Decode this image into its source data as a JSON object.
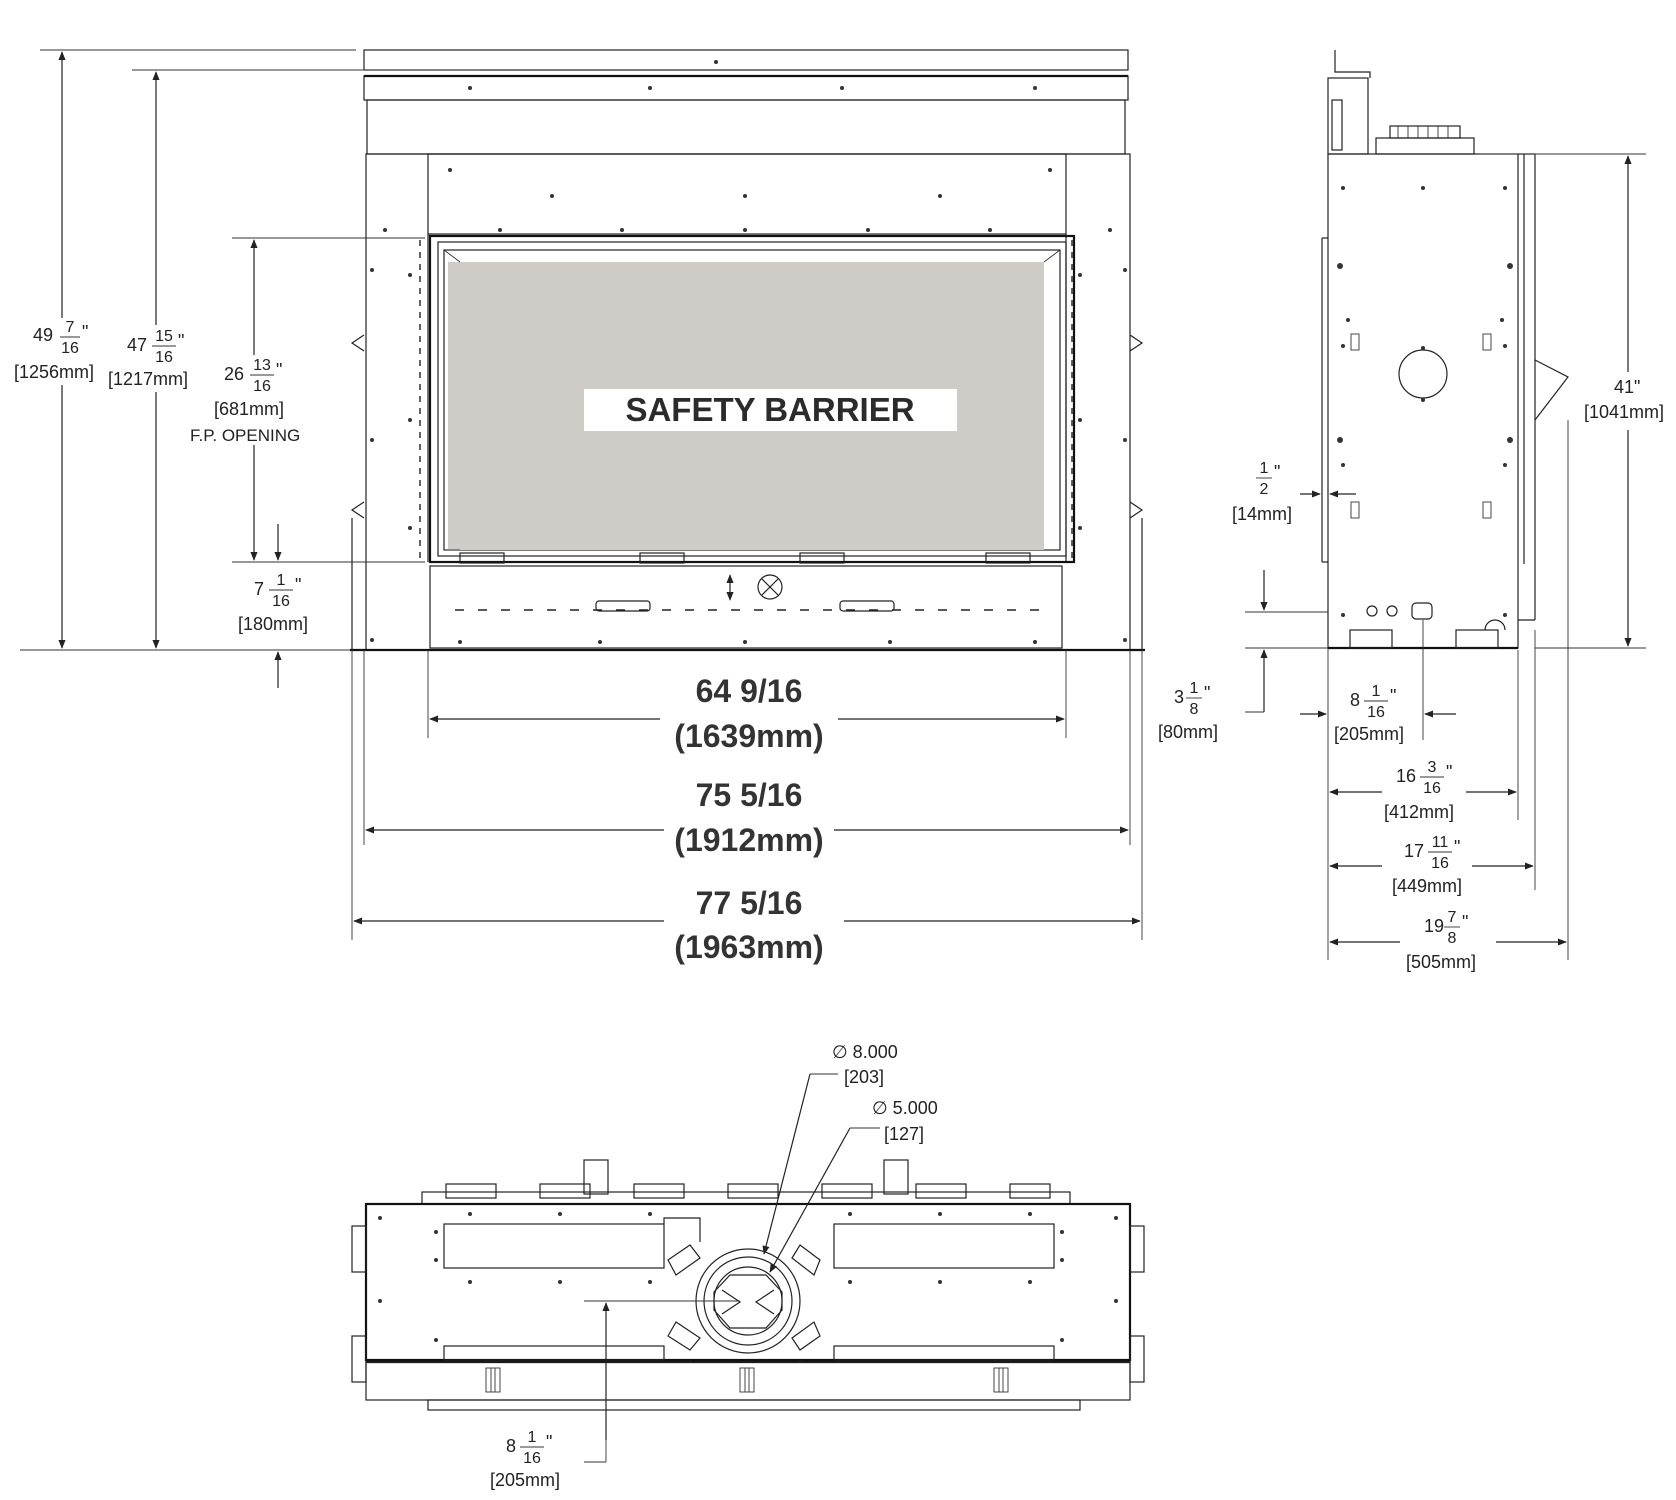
{
  "front_view": {
    "safety_barrier": "SAFETY BARRIER",
    "overall_height": {
      "whole": "49",
      "num": "7",
      "den": "16",
      "mark": "\"",
      "metric": "[1256mm]"
    },
    "top_height": {
      "whole": "47",
      "num": "15",
      "den": "16",
      "mark": "\"",
      "metric": "[1217mm]"
    },
    "opening_height": {
      "whole": "26",
      "num": "13",
      "den": "16",
      "mark": "\"",
      "metric": "[681mm]",
      "note": "F.P. OPENING"
    },
    "base_height": {
      "whole": "7",
      "num": "1",
      "den": "16",
      "mark": "\"",
      "metric": "[180mm]"
    },
    "opening_width": {
      "imperial": "64 9/16",
      "metric": "(1639mm)"
    },
    "frame_width": {
      "imperial": "75 5/16",
      "metric": "(1912mm)"
    },
    "overall_width": {
      "imperial": "77 5/16",
      "metric": "(1963mm)"
    }
  },
  "side_view": {
    "height": {
      "value": "41\"",
      "metric": "[1041mm]"
    },
    "offset_half": {
      "num": "1",
      "den": "2",
      "mark": "\"",
      "metric": "[14mm]"
    },
    "base_offset": {
      "whole": "3",
      "num": "1",
      "den": "8",
      "mark": "\"",
      "metric": "[80mm]"
    },
    "vent_offset": {
      "whole": "8",
      "num": "1",
      "den": "16",
      "mark": "\"",
      "metric": "[205mm]"
    },
    "depth_1": {
      "whole": "16",
      "num": "3",
      "den": "16",
      "mark": "\"",
      "metric": "[412mm]"
    },
    "depth_2": {
      "whole": "17",
      "num": "11",
      "den": "16",
      "mark": "\"",
      "metric": "[449mm]"
    },
    "depth_3": {
      "whole": "19",
      "num": "7",
      "den": "8",
      "mark": "\"",
      "metric": "[505mm]"
    }
  },
  "top_view": {
    "outer_diameter": {
      "value": "∅ 8.000",
      "metric": "[203]"
    },
    "inner_diameter": {
      "value": "∅ 5.000",
      "metric": "[127]"
    },
    "center_offset": {
      "whole": "8",
      "num": "1",
      "den": "16",
      "mark": "\"",
      "metric": "[205mm]"
    }
  },
  "colors": {
    "glass": "#cfcbc6",
    "line": "#222222"
  }
}
